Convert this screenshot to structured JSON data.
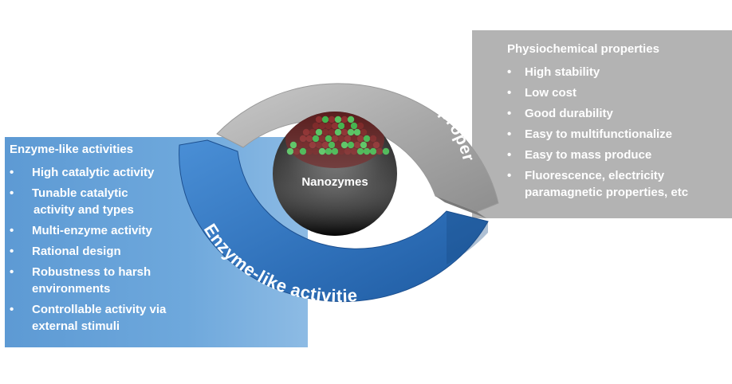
{
  "center": {
    "label": "Nanozymes"
  },
  "physio": {
    "arc_label": "Physiochemical properties",
    "title": "Physiochemical properties",
    "bullet": "•",
    "items": [
      "High stability",
      "Low cost",
      "Good durability",
      "Easy to multifunctionalize",
      "Easy to mass produce",
      "Fluorescence, electricity paramagnetic properties, etc"
    ],
    "color": "#b3b3b3"
  },
  "enzyme": {
    "arc_label": "Enzyme-like activities",
    "title": "Enzyme-like activities",
    "bullet": "•",
    "items": [
      "High catalytic activity",
      "Tunable catalytic",
      "activity and types",
      "Multi-enzyme activity",
      "Rational design",
      "Robustness to harsh environments",
      "Controllable activity via external stimuli"
    ],
    "color": "#3f7fc4"
  }
}
